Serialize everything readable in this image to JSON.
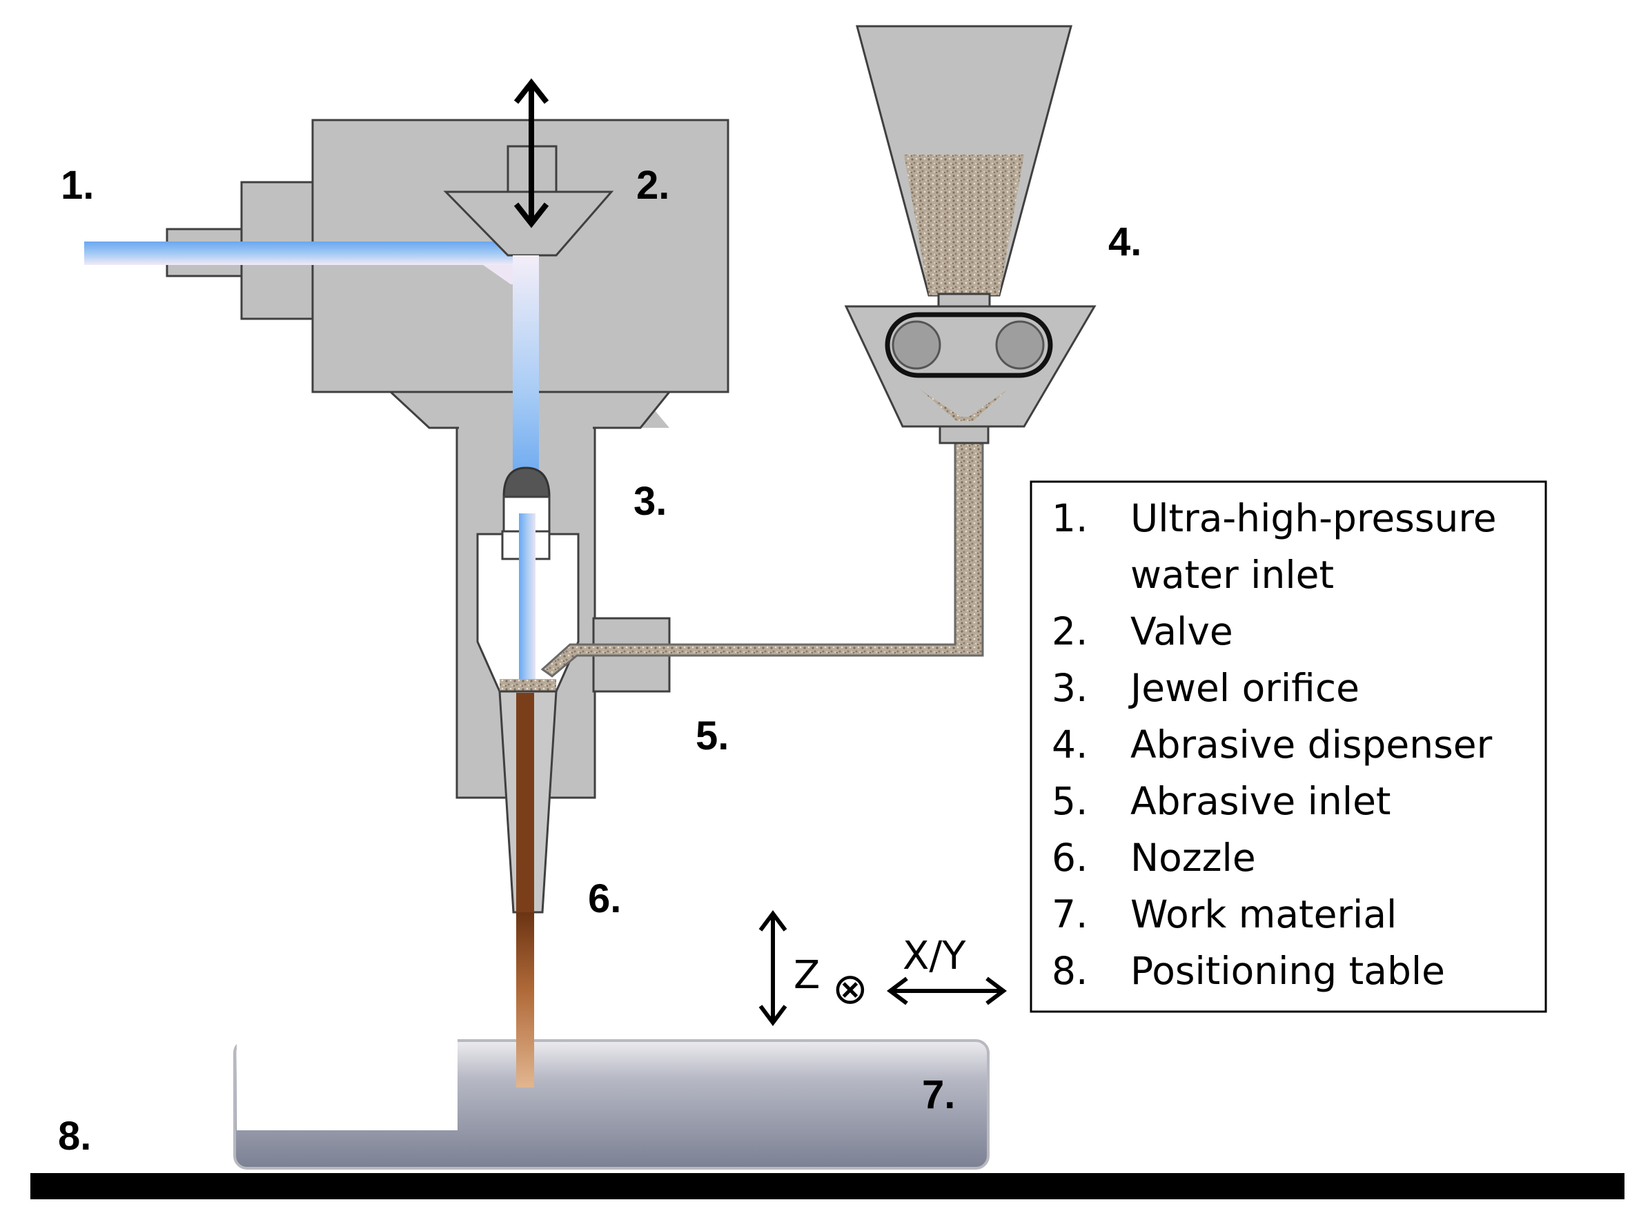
{
  "callouts": {
    "c1": "1.",
    "c2": "2.",
    "c3": "3.",
    "c4": "4.",
    "c5": "5.",
    "c6": "6.",
    "c7": "7.",
    "c8": "8."
  },
  "axes": {
    "z_label": "Z",
    "into_page_symbol": "⊗",
    "xy_label": "X/Y"
  },
  "legend": {
    "items": [
      {
        "num": "1.",
        "lines": [
          "Ultra-high-pressure",
          "water inlet"
        ]
      },
      {
        "num": "2.",
        "lines": [
          "Valve"
        ]
      },
      {
        "num": "3.",
        "lines": [
          "Jewel orifice"
        ]
      },
      {
        "num": "4.",
        "lines": [
          "Abrasive dispenser"
        ]
      },
      {
        "num": "5.",
        "lines": [
          "Abrasive inlet"
        ]
      },
      {
        "num": "6.",
        "lines": [
          "Nozzle"
        ]
      },
      {
        "num": "7.",
        "lines": [
          "Work material"
        ]
      },
      {
        "num": "8.",
        "lines": [
          "Positioning table"
        ]
      }
    ]
  },
  "colors": {
    "housing": "#c0c0c0",
    "housing_stroke": "#404040",
    "water": "#7db4ee",
    "abrasive": "#b2a493",
    "jet_dark": "#7a3f1a",
    "jet_light": "#e0b08a",
    "work_material_top": "#e6e6e8",
    "work_material_bottom": "#7f8597",
    "base_bar": "#000000"
  }
}
